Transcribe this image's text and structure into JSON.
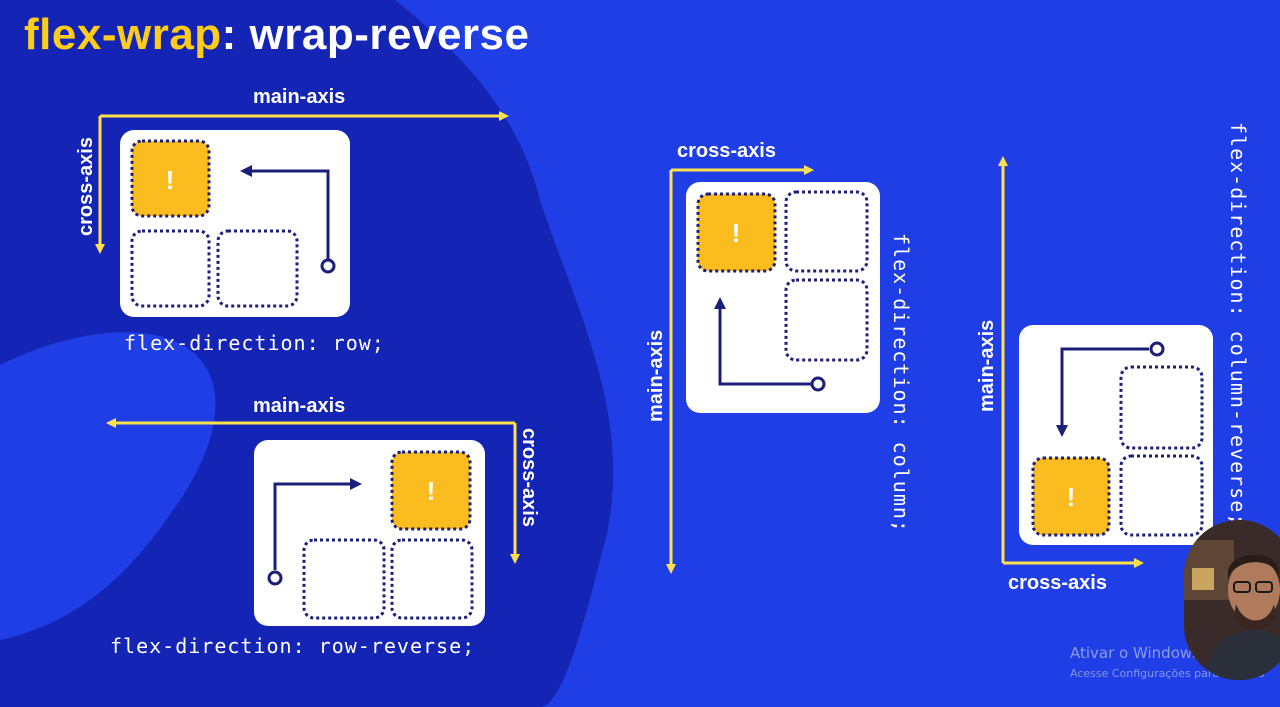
{
  "title": {
    "property": "flex-wrap",
    "value": ": wrap-reverse"
  },
  "items": {
    "marker": "!"
  },
  "panels": {
    "row": {
      "main_axis": "main-axis",
      "cross_axis": "cross-axis",
      "code": "flex-direction: row;"
    },
    "row_reverse": {
      "main_axis": "main-axis",
      "cross_axis": "cross-axis",
      "code": "flex-direction: row-reverse;"
    },
    "column": {
      "main_axis": "main-axis",
      "cross_axis": "cross-axis",
      "code": "flex-direction: column;"
    },
    "column_reverse": {
      "main_axis": "main-axis",
      "cross_axis": "cross-axis",
      "code": "flex-direction: column-reverse;"
    }
  },
  "watermark": {
    "line1": "Ativar o Windows",
    "line2": "Acesse Configurações para ativar o"
  },
  "colors": {
    "background": "#1f3ee6",
    "background_shape": "#1424b4",
    "axis_arrow": "#ffe24a",
    "title_keyword": "#ffcc1a",
    "first_item": "#fbbc20",
    "item_outline": "#1b1f7a",
    "container": "#ffffff"
  },
  "icons": {
    "flow_start": "circle-dot",
    "flow_arrow": "arrow-path"
  }
}
